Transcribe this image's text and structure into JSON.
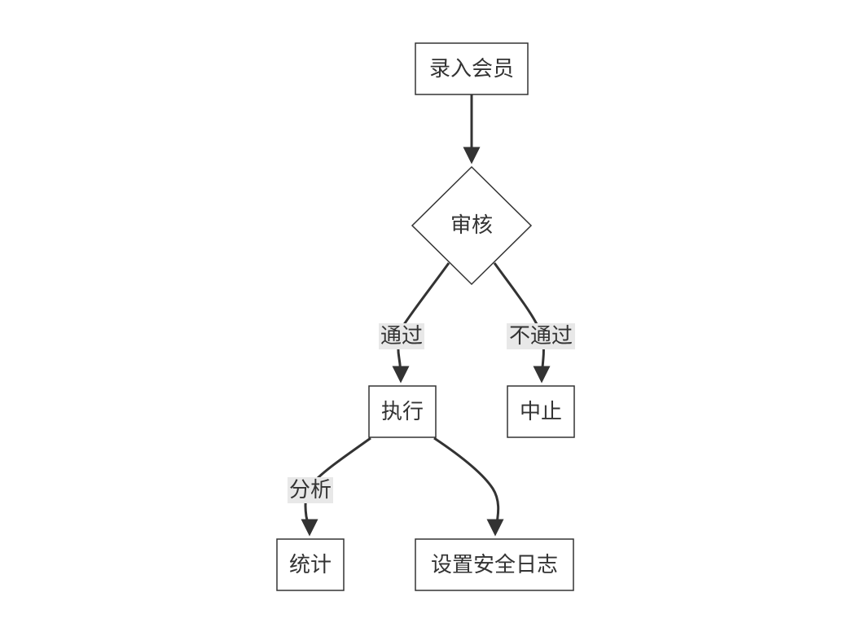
{
  "nodes": {
    "enter_member": "录入会员",
    "review": "审核",
    "execute": "执行",
    "terminate": "中止",
    "statistics": "统计",
    "security_log": "设置安全日志"
  },
  "edges": {
    "pass": "通过",
    "fail": "不通过",
    "analyze": "分析"
  },
  "colors": {
    "stroke": "#333333",
    "node_fill": "#ffffff",
    "label_bg": "#e8e8e8",
    "text": "#333333"
  }
}
